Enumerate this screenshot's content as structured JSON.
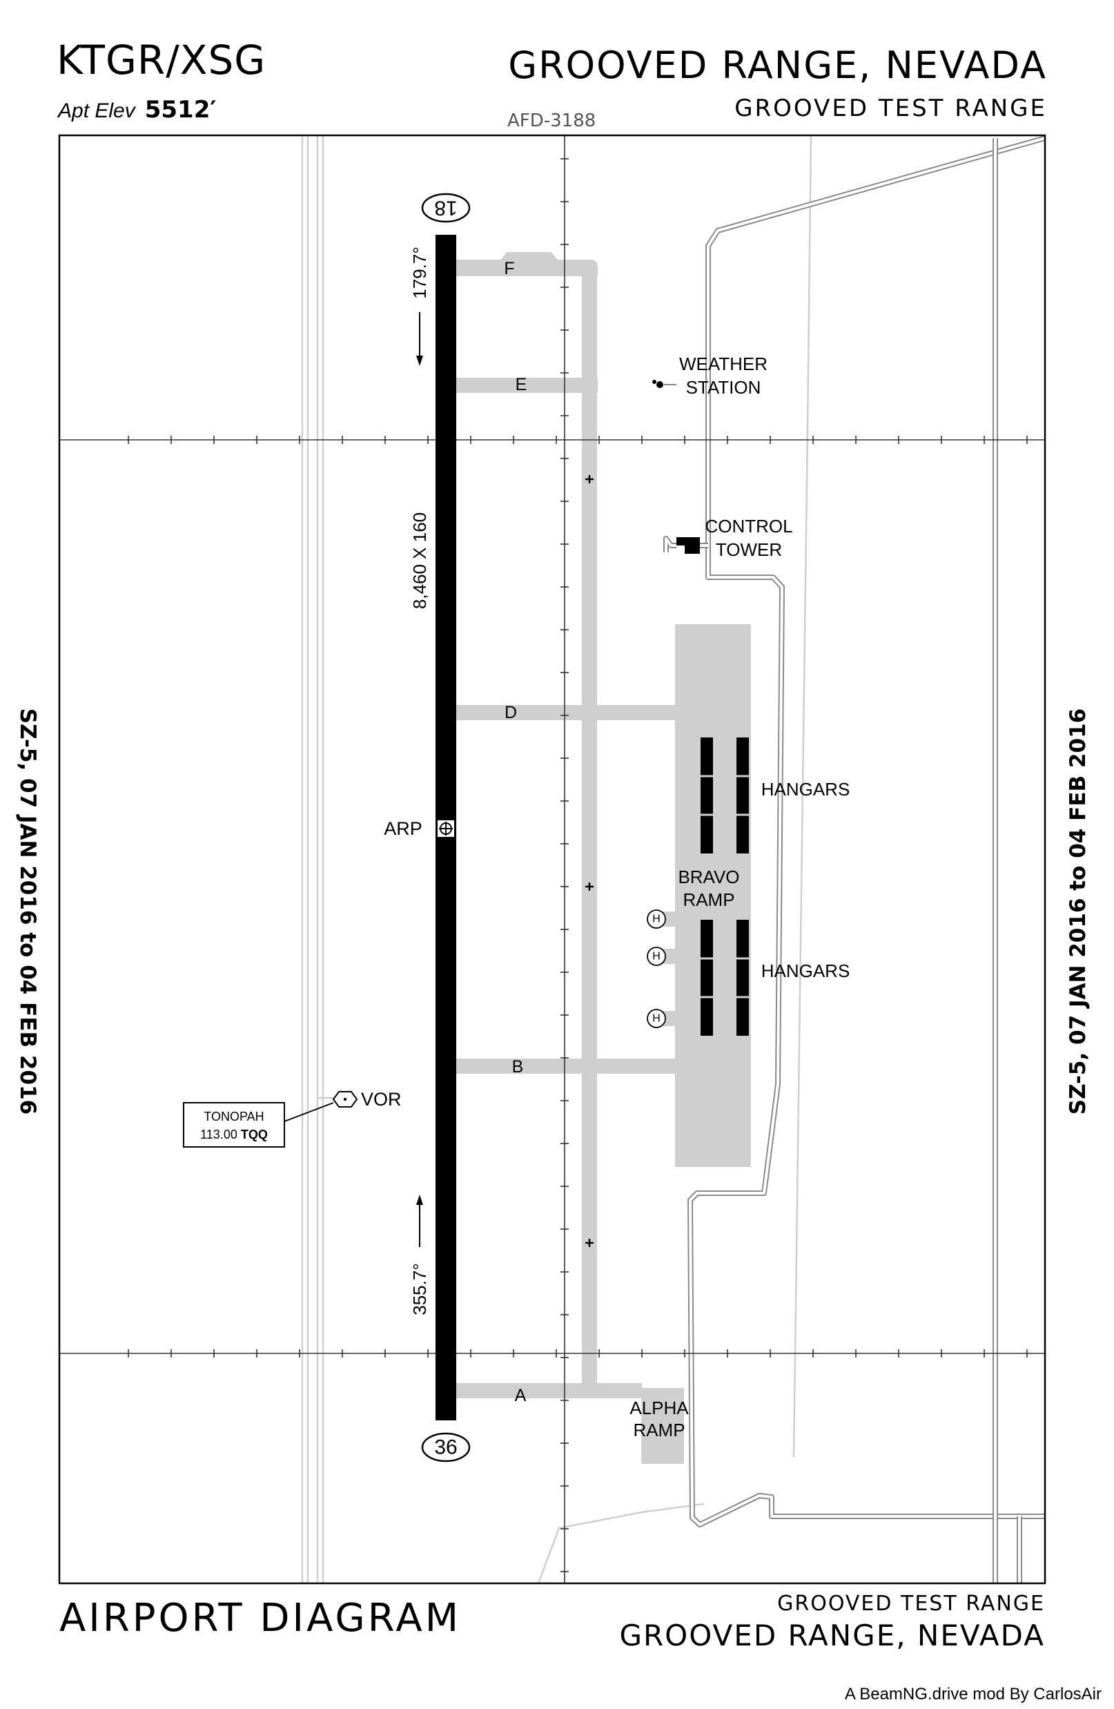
{
  "header": {
    "ident": "KTGR/XSG",
    "elevation_label": "Apt Elev",
    "elevation_value": "5512′",
    "city_state": "GROOVED RANGE, NEVADA",
    "facility_name": "GROOVED TEST RANGE",
    "procedure_id": "AFD-3188"
  },
  "footer": {
    "chart_title": "AIRPORT DIAGRAM",
    "facility_name": "GROOVED TEST RANGE",
    "city_state": "GROOVED RANGE, NEVADA",
    "credit": "A BeamNG.drive mod By CarlosAir"
  },
  "cycle": {
    "left_margin": "SZ-5, 07 JAN 2016 to 04 FEB 2016",
    "right_margin": "SZ-5, 07 JAN 2016 to 04 FEB 2016"
  },
  "runway": {
    "end_north": "18",
    "end_south": "36",
    "heading_south": "179.7°",
    "heading_north": "355.7°",
    "dimensions": "8,460 X 160",
    "arp_label": "ARP"
  },
  "taxiways": [
    "F",
    "E",
    "D",
    "B",
    "A"
  ],
  "labels": {
    "weather_station": [
      "WEATHER",
      "STATION"
    ],
    "control_tower": [
      "CONTROL",
      "TOWER"
    ],
    "hangars_north": "HANGARS",
    "hangars_south": "HANGARS",
    "bravo_ramp": [
      "BRAVO",
      "RAMP"
    ],
    "alpha_ramp": [
      "ALPHA",
      "RAMP"
    ],
    "helipad_symbol": "H",
    "vor_label": "VOR",
    "navaid_name": "TONOPAH",
    "navaid_frequency": "113.00",
    "navaid_ident": "TQQ"
  },
  "colors": {
    "pavement": "#cfcfcf",
    "runway": "#000000",
    "road": "#9a9a9a"
  }
}
